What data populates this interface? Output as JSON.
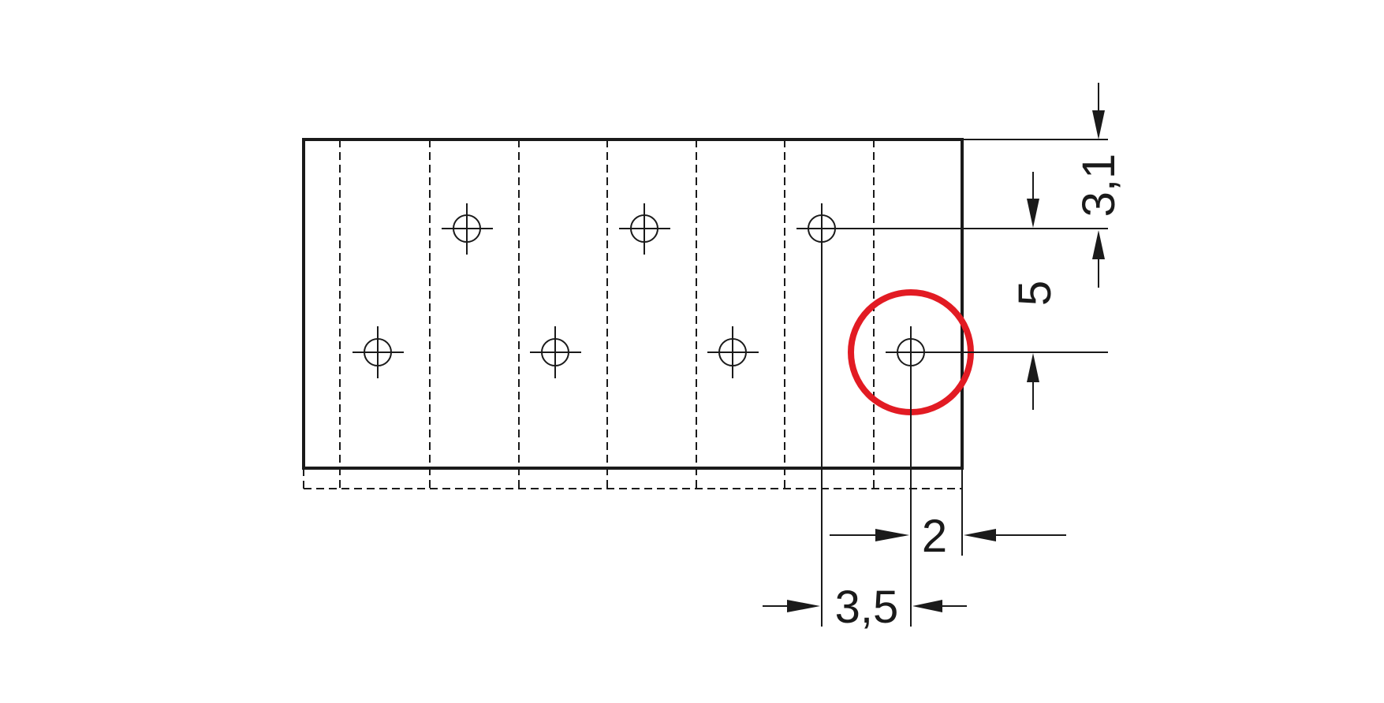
{
  "dimensions": {
    "top_offset": "3,1",
    "row_spacing": "5",
    "edge_to_pin": "2",
    "pitch": "3,5"
  },
  "highlight_color": "#e21b23",
  "line_color": "#1a1a1a"
}
